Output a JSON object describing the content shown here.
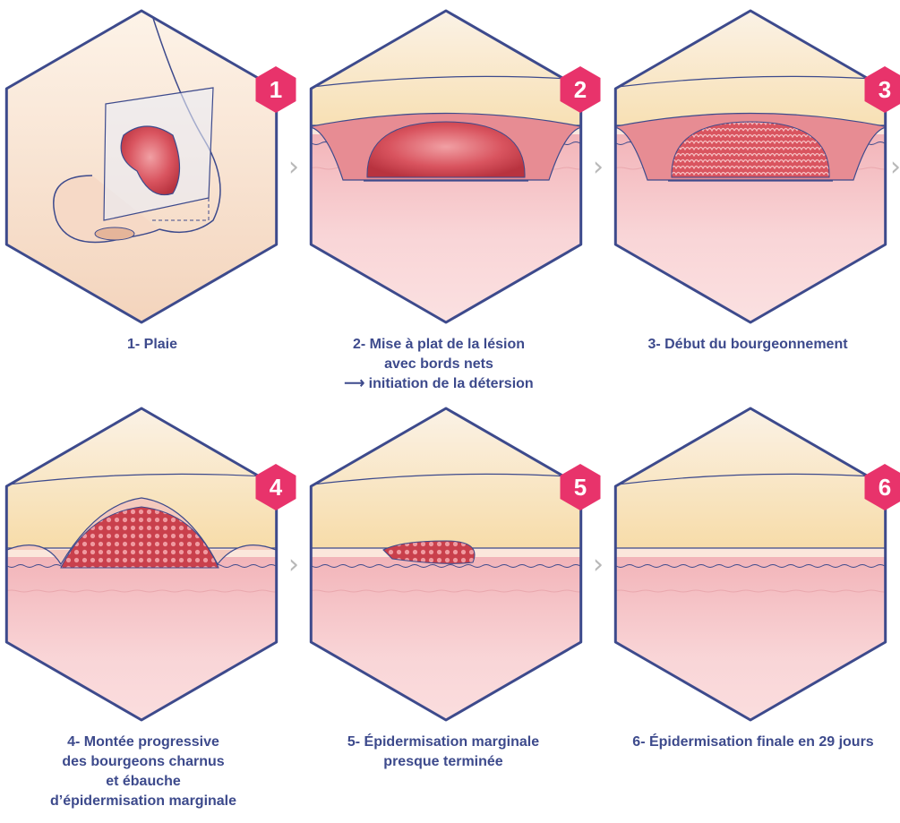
{
  "colors": {
    "outline": "#3d4a8c",
    "badge": "#e8336b",
    "caption": "#3d4a8c",
    "skin_pale": "#fbeee0",
    "fat": "#f7dca8",
    "dermis": "#f5c6c8",
    "wound": "#d9545f",
    "arrow": "#b8b8b8"
  },
  "steps": [
    {
      "number": "1",
      "icon": "nose-wound-illustration",
      "caption_lines": [
        "1- Plaie"
      ]
    },
    {
      "number": "2",
      "icon": "flat-lesion-illustration",
      "caption_lines": [
        "2- Mise à plat de la lésion",
        "avec bords nets",
        "initiation de la détersion"
      ],
      "arrow_line": 3
    },
    {
      "number": "3",
      "icon": "early-granulation-illustration",
      "caption_lines": [
        "3- Début du bourgeonnement"
      ]
    },
    {
      "number": "4",
      "icon": "rising-granulation-illustration",
      "caption_lines": [
        "4- Montée progressive",
        "des bourgeons charnus",
        "et ébauche",
        "d’épidermisation marginale"
      ]
    },
    {
      "number": "5",
      "icon": "marginal-epidermisation-illustration",
      "caption_lines": [
        "5- Épidermisation marginale",
        "presque terminée"
      ]
    },
    {
      "number": "6",
      "icon": "final-epidermisation-illustration",
      "caption_lines": [
        "6- Épidermisation finale en 29 jours"
      ]
    }
  ],
  "connector_glyph": "›"
}
